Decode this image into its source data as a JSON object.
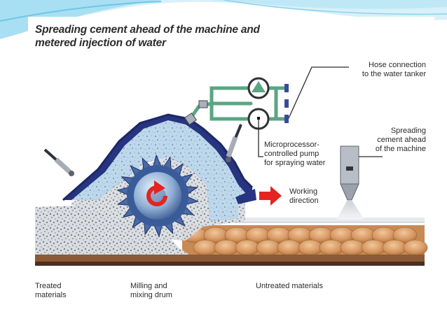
{
  "title_line_1": "Spreading cement ahead of the machine and",
  "title_line_2": "metered injection of water",
  "labels": {
    "hose_connection": "Hose connection\nto the water tanker",
    "spreading_cement": "Spreading\ncement ahead\nof the machine",
    "pump": "Microprocessor-\ncontrolled pump\nfor spraying water",
    "working_direction": "Working\ndirection",
    "treated": "Treated\nmaterials",
    "drum": "Milling and\nmixing drum",
    "untreated": "Untreated materials"
  },
  "colors": {
    "machine_body": "#27347f",
    "mix_fill": "#bcd8ec",
    "pipe": "#5aa682",
    "soil": "#dba06c",
    "arrow": "#e52320",
    "slide_accent": "#6ec6e8"
  },
  "icons": [
    "direction-arrow-icon",
    "pump-icon",
    "rotation-arrow-icon",
    "spray-nozzle-icon"
  ]
}
